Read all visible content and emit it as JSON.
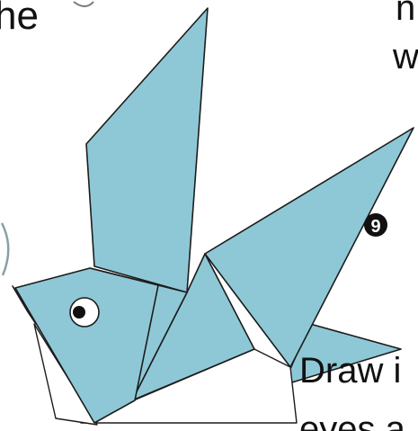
{
  "figure": {
    "step_number": "9",
    "text_fragments": {
      "top_left": "he",
      "top_right_line1": "n",
      "top_right_line2": "w",
      "bottom_line1": "Draw i",
      "bottom_line2": "eyes a"
    }
  },
  "colors": {
    "paper": "#8ec8d6",
    "outline": "#1c1c1c",
    "background": "#ffffff"
  }
}
